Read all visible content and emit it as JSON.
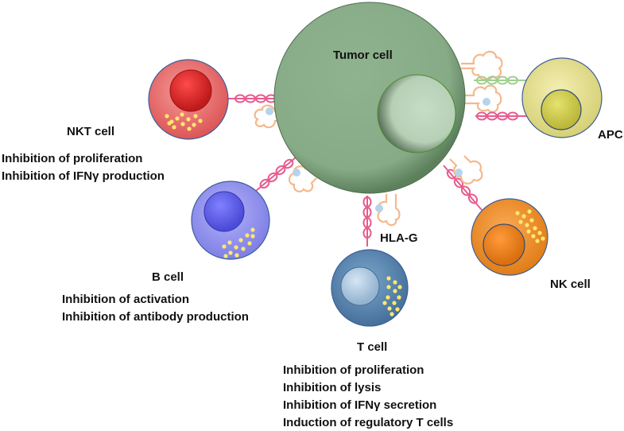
{
  "tumor": {
    "label": "Tumor cell"
  },
  "molecule": {
    "label": "HLA-G"
  },
  "cells": {
    "nkt": {
      "label": "NKT cell",
      "effects": [
        "Inhibition of proliferation",
        "Inhibition of IFNγ production"
      ]
    },
    "b": {
      "label": "B cell",
      "effects": [
        "Inhibition of activation",
        "Inhibition of antibody production"
      ]
    },
    "t": {
      "label": "T cell",
      "effects": [
        "Inhibition of proliferation",
        "Inhibition of lysis",
        "Inhibition of IFNγ secretion",
        "Induction of regulatory T cells"
      ]
    },
    "nk": {
      "label": "NK cell",
      "effects": []
    },
    "apc": {
      "label": "APC",
      "effects": []
    }
  },
  "colors": {
    "tumor": "#8fb38f",
    "tumor_nucleus": "#b9d3bb",
    "nkt": "#f47f7f",
    "b_cell": "#a3a3f8",
    "t_cell": "#6a96c0",
    "nk_cell": "#f79b3d",
    "apc": "#ebe79d",
    "hla_g_chain": "#e75b8e",
    "receptor_blob": "#f5b88c",
    "peptide_dot": "#b5d4ea",
    "apc_chain": "#9fcf8f",
    "granule": "#ffe86e"
  }
}
